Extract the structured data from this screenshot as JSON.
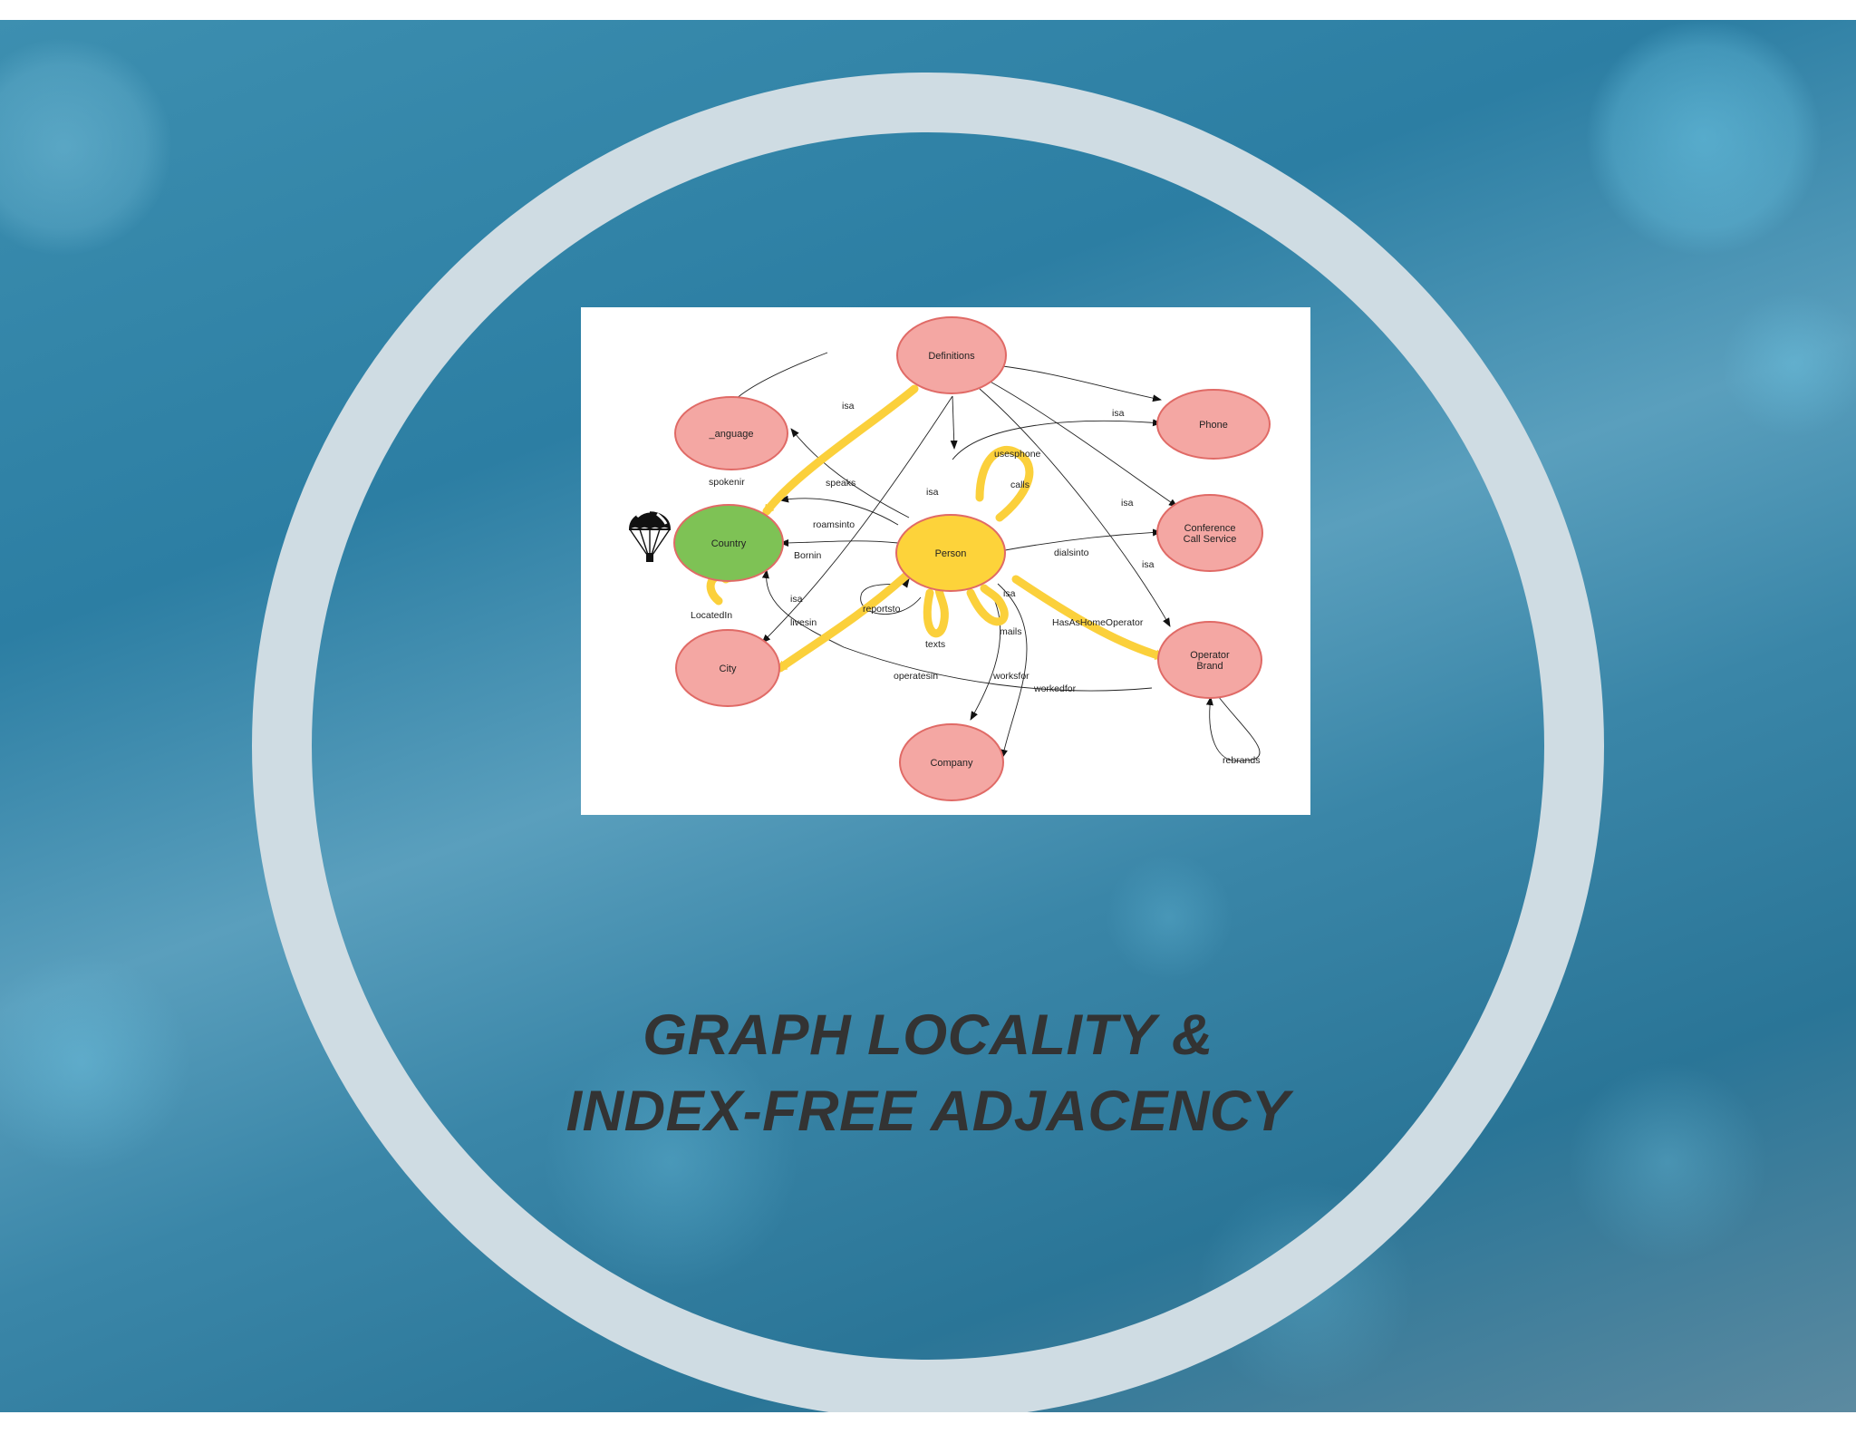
{
  "slide": {
    "title_line1": "GRAPH LOCALITY &",
    "title_line2": "INDEX-FREE ADJACENCY"
  },
  "diagram": {
    "icon": "parachute-icon",
    "colors": {
      "node_default": "#f4a7a3",
      "node_border": "#e06a66",
      "country": "#7ec255",
      "person": "#fdd33a",
      "highlight_path": "#fbd03b"
    },
    "nodes": {
      "definitions": "Definitions",
      "language": "_anguage",
      "country": "Country",
      "city": "City",
      "person": "Person",
      "phone": "Phone",
      "conference_line1": "Conference",
      "conference_line2": "Call Service",
      "operator_line1": "Operator",
      "operator_line2": "Brand",
      "company": "Company"
    },
    "edges": {
      "isa_language": "isa",
      "isa_phone": "isa",
      "usesphone": "usesphone",
      "calls": "calls",
      "spokenin": "spokenir",
      "speaks": "speaks",
      "isa_person": "isa",
      "isa_conference": "isa",
      "roamsinto": "roamsinto",
      "bornin": "Bornin",
      "dialsinto": "dialsinto",
      "isa_operator": "isa",
      "isa_city": "isa",
      "reportsto": "reportsto",
      "locatedin": "LocatedIn",
      "livesin": "livesin",
      "isa_small": "isa",
      "hashomeoperator": "HasAsHomeOperator",
      "texts": "texts",
      "mails": "mails",
      "operatesin": "operatesin",
      "worksfor": "worksfor",
      "workedfor": "workedfor",
      "rebrands": "rebrands"
    }
  }
}
